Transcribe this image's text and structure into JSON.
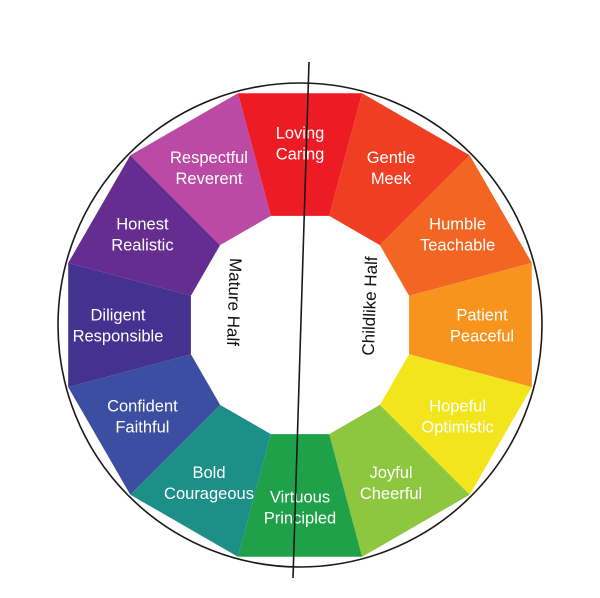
{
  "diagram": {
    "segments": [
      {
        "id": "loving",
        "lines": [
          "Loving",
          "Caring"
        ],
        "color": "#ED1C24"
      },
      {
        "id": "gentle",
        "lines": [
          "Gentle",
          "Meek"
        ],
        "color": "#EF3E22"
      },
      {
        "id": "humble",
        "lines": [
          "Humble",
          "Teachable"
        ],
        "color": "#F26522"
      },
      {
        "id": "patient",
        "lines": [
          "Patient",
          "Peaceful"
        ],
        "color": "#F7941D"
      },
      {
        "id": "hopeful",
        "lines": [
          "Hopeful",
          "Optimistic"
        ],
        "color": "#F2E51C"
      },
      {
        "id": "joyful",
        "lines": [
          "Joyful",
          "Cheerful"
        ],
        "color": "#8DC63F"
      },
      {
        "id": "virtuous",
        "lines": [
          "Virtuous",
          "Principled"
        ],
        "color": "#1FA149"
      },
      {
        "id": "bold",
        "lines": [
          "Bold",
          "Courageous"
        ],
        "color": "#1C8F86"
      },
      {
        "id": "confident",
        "lines": [
          "Confident",
          "Faithful"
        ],
        "color": "#3C4EA1"
      },
      {
        "id": "diligent",
        "lines": [
          "Diligent",
          "Responsible"
        ],
        "color": "#43328F"
      },
      {
        "id": "honest",
        "lines": [
          "Honest",
          "Realistic"
        ],
        "color": "#662D91"
      },
      {
        "id": "respectful",
        "lines": [
          "Respectful",
          "Reverent"
        ],
        "color": "#BB4AA5"
      }
    ],
    "halves": {
      "left": "Mature Half",
      "right": "Childlike Half"
    }
  }
}
